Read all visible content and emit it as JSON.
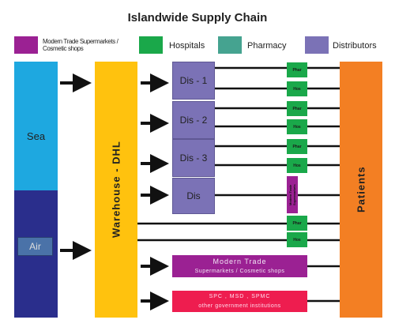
{
  "title": "Islandwide Supply Chain",
  "legend": [
    {
      "label": "Modern Trade Supermarkets / Cosmetic shops",
      "color": "#9b2193"
    },
    {
      "label": "Hospitals",
      "color": "#1aa84a"
    },
    {
      "label": "Pharmacy",
      "color": "#45a390"
    },
    {
      "label": "Distributors",
      "color": "#7b72b6"
    }
  ],
  "sources": {
    "sea": "Sea",
    "air": "Air"
  },
  "warehouse": "Warehouse - DHL",
  "distributors": [
    "Dis - 1",
    "Dis - 2",
    "Dis - 3",
    "Dis"
  ],
  "channels": {
    "phar": "Phar",
    "hos": "Hos",
    "modern_trade_small": "Modern Trade Supermarkets",
    "modern_trade_title": "Modern Trade",
    "modern_trade_sub": "Supermarkets / Cosmetic shops",
    "govt_title": "SPC , MSD , SPMC",
    "govt_sub": "other government institutions"
  },
  "patients": "Patients",
  "colors": {
    "sea": "#1ea8e0",
    "air": "#2a2e8c",
    "warehouse": "#ffc20e",
    "distributor": "#7b72b6",
    "hospital": "#1aa84a",
    "modern_trade": "#9b2193",
    "govt": "#ee1d4f",
    "patients": "#f37f23"
  }
}
